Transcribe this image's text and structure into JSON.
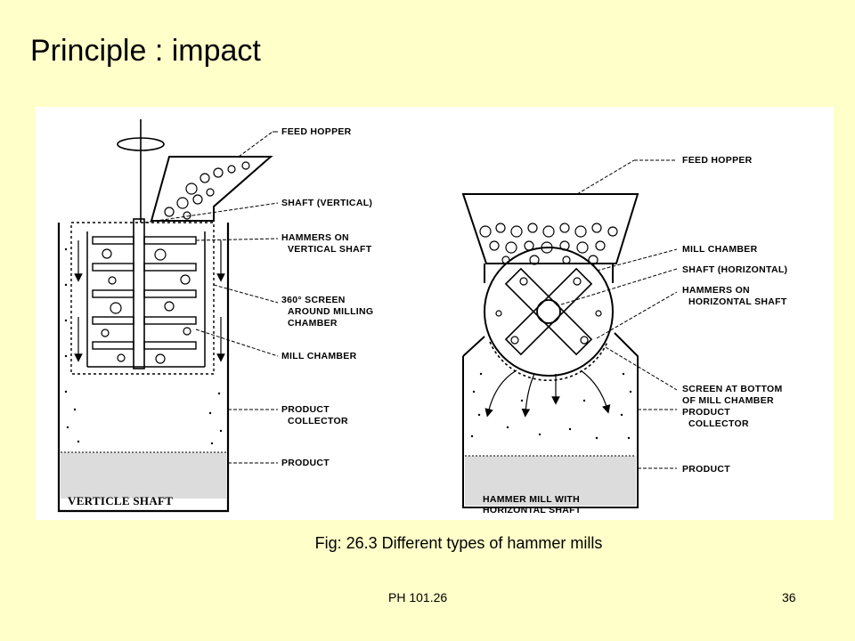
{
  "slide": {
    "title": "Principle : impact",
    "caption": "Fig: 26.3 Different types of hammer mills",
    "footer_left": "PH 101.26",
    "page_number": "36"
  },
  "figure": {
    "left_mill": {
      "name": "VERTICLE SHAFT",
      "labels": {
        "feed_hopper": "FEED HOPPER",
        "shaft": "SHAFT (VERTICAL)",
        "hammers_1": "HAMMERS ON",
        "hammers_2": "VERTICAL SHAFT",
        "screen_1": "360° SCREEN",
        "screen_2": "AROUND MILLING",
        "screen_3": "CHAMBER",
        "mill_chamber": "MILL CHAMBER",
        "collector_1": "PRODUCT",
        "collector_2": "COLLECTOR",
        "product": "PRODUCT"
      }
    },
    "right_mill": {
      "name_1": "HAMMER MILL WITH",
      "name_2": "HORIZONTAL SHAFT",
      "labels": {
        "feed_hopper": "FEED HOPPER",
        "mill_chamber": "MILL CHAMBER",
        "shaft": "SHAFT (HORIZONTAL)",
        "hammers_1": "HAMMERS ON",
        "hammers_2": "HORIZONTAL SHAFT",
        "screen_1": "SCREEN AT BOTTOM",
        "screen_2": "OF MILL CHAMBER",
        "collector_1": "PRODUCT",
        "collector_2": "COLLECTOR",
        "product": "PRODUCT"
      }
    }
  }
}
